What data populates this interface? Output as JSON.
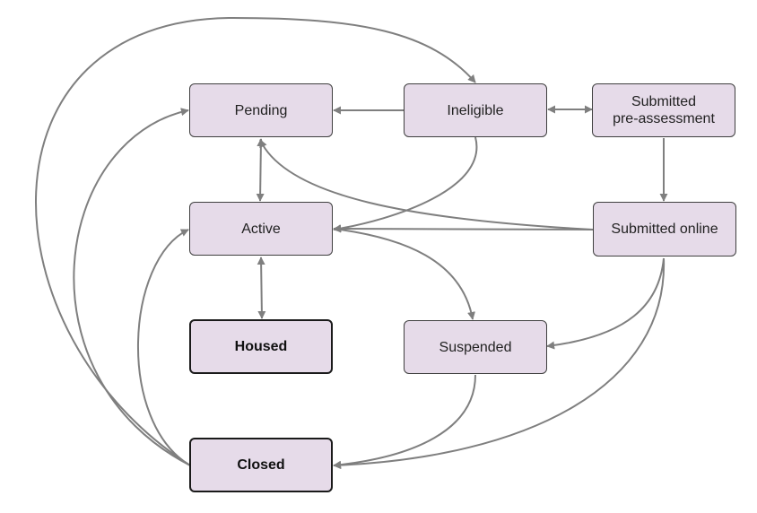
{
  "colors": {
    "node_fill": "#e6dbe9",
    "node_border": "#3f3f3f",
    "edge": "#7f7f7f"
  },
  "nodes": {
    "pending": "Pending",
    "ineligible": "Ineligible",
    "submitted_pre_assessment": "Submitted\npre-assessment",
    "active": "Active",
    "submitted_online": "Submitted online",
    "housed": "Housed",
    "suspended": "Suspended",
    "closed": "Closed"
  },
  "edges": [
    {
      "from": "closed",
      "to": "ineligible"
    },
    {
      "from": "ineligible",
      "to": "pending"
    },
    {
      "from": "ineligible",
      "to": "submitted_pre_assessment",
      "bidirectional": true
    },
    {
      "from": "closed",
      "to": "pending"
    },
    {
      "from": "pending",
      "to": "active",
      "bidirectional": true
    },
    {
      "from": "ineligible",
      "to": "active"
    },
    {
      "from": "submitted_pre_assessment",
      "to": "submitted_online"
    },
    {
      "from": "submitted_online",
      "to": "pending"
    },
    {
      "from": "submitted_online",
      "to": "active"
    },
    {
      "from": "closed",
      "to": "active"
    },
    {
      "from": "active",
      "to": "housed",
      "bidirectional": true
    },
    {
      "from": "active",
      "to": "suspended"
    },
    {
      "from": "submitted_online",
      "to": "suspended"
    },
    {
      "from": "submitted_online",
      "to": "closed"
    },
    {
      "from": "suspended",
      "to": "closed"
    }
  ]
}
